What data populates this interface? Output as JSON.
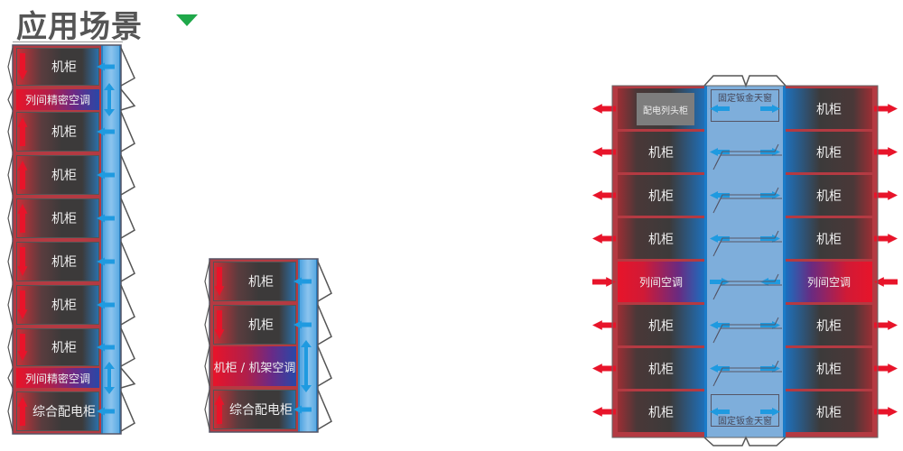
{
  "header": {
    "title": "应用场景",
    "dropdown_icon": "triangle-down-icon"
  },
  "colors": {
    "hot": "#e8142a",
    "cold": "#1f9ae0",
    "accent": "#1fa84a"
  },
  "column1": {
    "rows": [
      {
        "type": "cabinet",
        "label": "机柜",
        "airflow": "down"
      },
      {
        "type": "ac",
        "label": "列间精密空调"
      },
      {
        "type": "cabinet",
        "label": "机柜",
        "airflow": "up"
      },
      {
        "type": "cabinet",
        "label": "机柜",
        "airflow": "up"
      },
      {
        "type": "cabinet",
        "label": "机柜",
        "airflow": "up"
      },
      {
        "type": "cabinet",
        "label": "机柜",
        "airflow": "down"
      },
      {
        "type": "cabinet",
        "label": "机柜",
        "airflow": "down"
      },
      {
        "type": "cabinet",
        "label": "机柜",
        "airflow": "down"
      },
      {
        "type": "ac",
        "label": "列间精密空调"
      },
      {
        "type": "cabinet",
        "label": "综合配电柜",
        "airflow": "up"
      }
    ]
  },
  "column2": {
    "rows": [
      {
        "type": "cabinet",
        "label": "机柜",
        "airflow": "down"
      },
      {
        "type": "cabinet",
        "label": "机柜",
        "airflow": "down"
      },
      {
        "type": "ac",
        "label": "机柜 / 机架空调"
      },
      {
        "type": "cabinet",
        "label": "综合配电柜",
        "airflow": "up"
      }
    ]
  },
  "column3": {
    "window_label_top": "固定钣金天窗",
    "window_label_bottom": "固定钣金天窗",
    "pdu_label": "配电列头柜",
    "left": [
      {
        "type": "cabinet",
        "label": ""
      },
      {
        "type": "cabinet",
        "label": "机柜"
      },
      {
        "type": "cabinet",
        "label": "机柜"
      },
      {
        "type": "cabinet",
        "label": "机柜"
      },
      {
        "type": "ac",
        "label": "列间空调"
      },
      {
        "type": "cabinet",
        "label": "机柜"
      },
      {
        "type": "cabinet",
        "label": "机柜"
      },
      {
        "type": "cabinet",
        "label": "机柜"
      }
    ],
    "right": [
      {
        "type": "cabinet",
        "label": "机柜"
      },
      {
        "type": "cabinet",
        "label": "机柜"
      },
      {
        "type": "cabinet",
        "label": "机柜"
      },
      {
        "type": "cabinet",
        "label": "机柜"
      },
      {
        "type": "ac",
        "label": "列间空调"
      },
      {
        "type": "cabinet",
        "label": "机柜"
      },
      {
        "type": "cabinet",
        "label": "机柜"
      },
      {
        "type": "cabinet",
        "label": "机柜"
      }
    ]
  }
}
